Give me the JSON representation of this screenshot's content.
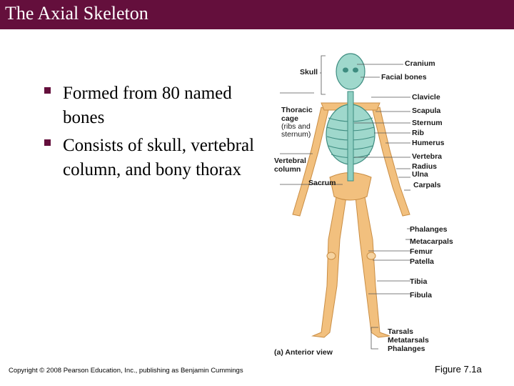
{
  "header": {
    "title": "The Axial Skeleton",
    "bar_color": "#640f3c"
  },
  "bullets": [
    "Formed from 80 named bones",
    "Consists of skull, vertebral column, and bony thorax"
  ],
  "figure": {
    "left_labels": {
      "skull": "Skull",
      "thoracic_1": "Thoracic",
      "thoracic_2": "cage",
      "thoracic_3": "(ribs and",
      "thoracic_4": "sternum)",
      "vertebral_1": "Vertebral",
      "vertebral_2": "column",
      "sacrum": "Sacrum"
    },
    "right_labels": {
      "cranium": "Cranium",
      "facial_bones": "Facial bones",
      "clavicle": "Clavicle",
      "scapula": "Scapula",
      "sternum": "Sternum",
      "rib": "Rib",
      "humerus": "Humerus",
      "vertebra": "Vertebra",
      "radius": "Radius",
      "ulna": "Ulna",
      "carpals": "Carpals",
      "phalanges_hand": "Phalanges",
      "metacarpals": "Metacarpals",
      "femur": "Femur",
      "patella": "Patella",
      "tibia": "Tibia",
      "fibula": "Fibula",
      "tarsals": "Tarsals",
      "metatarsals": "Metatarsals",
      "phalanges_foot": "Phalanges"
    },
    "caption": "(a) Anterior view",
    "bone_color": "#f2c07e",
    "axial_color": "#9fd8cc"
  },
  "footer": {
    "copyright": "Copyright © 2008 Pearson Education, Inc., publishing as Benjamin Cummings",
    "figure_ref": "Figure 7.1a"
  }
}
